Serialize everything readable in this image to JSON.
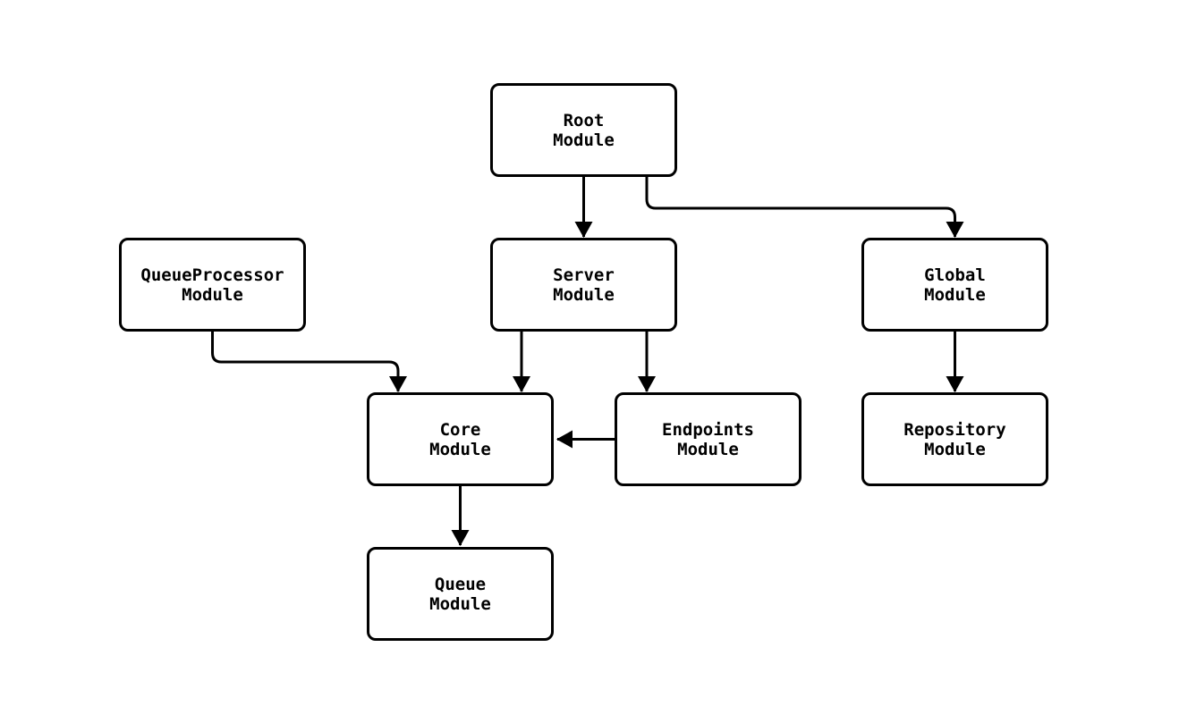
{
  "diagram": {
    "type": "dependency-graph",
    "nodes": [
      {
        "id": "root",
        "label": "Root\nModule"
      },
      {
        "id": "queueprocessor",
        "label": "QueueProcessor\nModule"
      },
      {
        "id": "server",
        "label": "Server\nModule"
      },
      {
        "id": "global",
        "label": "Global\nModule"
      },
      {
        "id": "core",
        "label": "Core\nModule"
      },
      {
        "id": "endpoints",
        "label": "Endpoints\nModule"
      },
      {
        "id": "repository",
        "label": "Repository\nModule"
      },
      {
        "id": "queue",
        "label": "Queue\nModule"
      }
    ],
    "edges": [
      {
        "from": "Root Module",
        "to": "Server Module"
      },
      {
        "from": "Root Module",
        "to": "Global Module"
      },
      {
        "from": "QueueProcessor Module",
        "to": "Core Module"
      },
      {
        "from": "Server Module",
        "to": "Core Module"
      },
      {
        "from": "Server Module",
        "to": "Endpoints Module"
      },
      {
        "from": "Endpoints Module",
        "to": "Core Module"
      },
      {
        "from": "Global Module",
        "to": "Repository Module"
      },
      {
        "from": "Core Module",
        "to": "Queue Module"
      }
    ],
    "colors": {
      "background": "#ffffff",
      "node_fill": "#ffffff",
      "node_border": "#000000",
      "edge": "#000000",
      "text": "#000000"
    }
  }
}
